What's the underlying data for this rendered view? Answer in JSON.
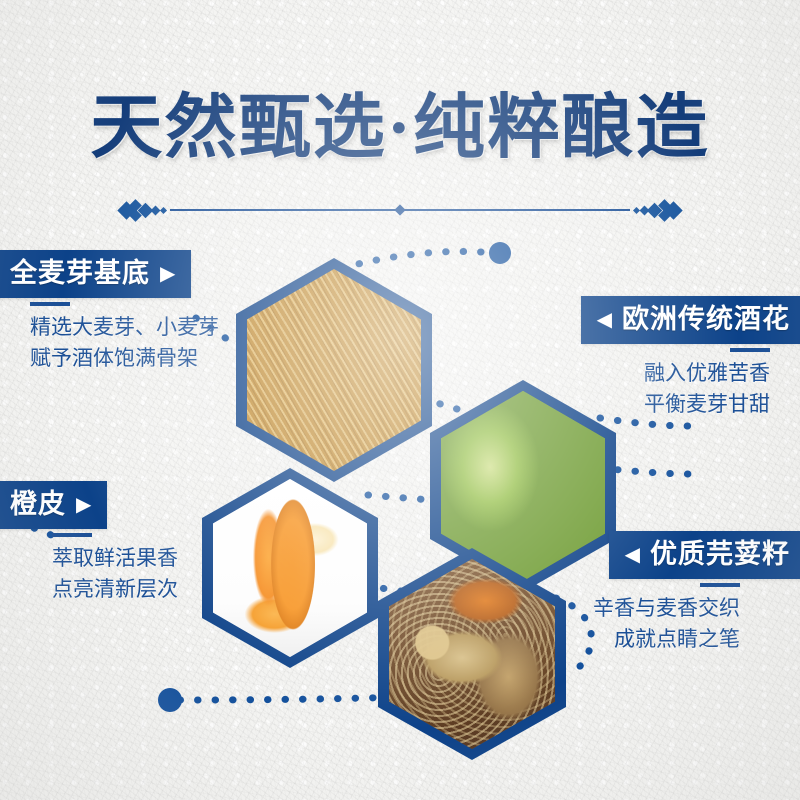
{
  "poster": {
    "title": "天然甄选·纯粹酿造",
    "divider_name": "ornamental-divider",
    "background_color": "#f4f4f2",
    "brand_blue": "#0c4289",
    "accent_blue": "#1b4f96"
  },
  "items": [
    {
      "id": "malt",
      "label": "全麦芽基底",
      "marker": "▶",
      "side": "left",
      "desc_line1": "精选大麦芽、小麦芽",
      "desc_line2": "赋予酒体饱满骨架",
      "image_name": "wheat-grains-photo"
    },
    {
      "id": "hops",
      "label": "欧洲传统酒花",
      "marker": "◀",
      "side": "right",
      "desc_line1": "融入优雅苦香",
      "desc_line2": "平衡麦芽甘甜",
      "image_name": "hop-cones-photo"
    },
    {
      "id": "orange-peel",
      "label": "橙皮",
      "marker": "▶",
      "side": "left",
      "desc_line1": "萃取鲜活果香",
      "desc_line2": "点亮清新层次",
      "image_name": "orange-peel-photo"
    },
    {
      "id": "coriander",
      "label": "优质芫荽籽",
      "marker": "◀",
      "side": "right",
      "desc_line1": "辛香与麦香交织",
      "desc_line2": "成就点睛之笔",
      "image_name": "coriander-seeds-photo"
    }
  ]
}
